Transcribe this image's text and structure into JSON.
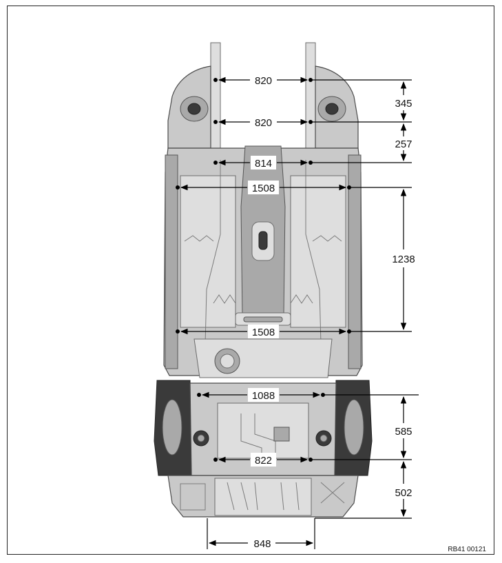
{
  "dimensions": {
    "width_820_top": "820",
    "width_820_second": "820",
    "width_814": "814",
    "width_1508_front": "1508",
    "width_1508_rear": "1508",
    "width_1088": "1088",
    "width_822": "822",
    "width_848": "848",
    "length_345": "345",
    "length_257": "257",
    "length_1238": "1238",
    "length_585": "585",
    "length_502": "502"
  },
  "reference_code": "RB41 00121"
}
